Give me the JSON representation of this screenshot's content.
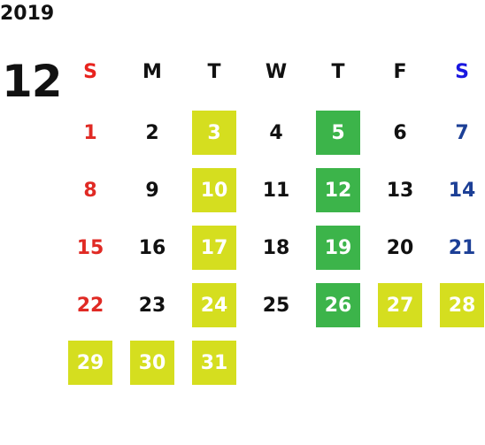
{
  "calendar": {
    "year": "2019",
    "month": "12",
    "weekdays": [
      {
        "label": "S",
        "color": "#e8231e"
      },
      {
        "label": "M",
        "color": "#111111"
      },
      {
        "label": "T",
        "color": "#111111"
      },
      {
        "label": "W",
        "color": "#111111"
      },
      {
        "label": "T",
        "color": "#111111"
      },
      {
        "label": "F",
        "color": "#111111"
      },
      {
        "label": "S",
        "color": "#1a17e0"
      }
    ],
    "colors": {
      "sunday": "#e02a24",
      "saturday": "#1c3f96",
      "weekday": "#111111",
      "highlight_yellow": "#d5de1f",
      "highlight_green": "#3cb44a",
      "highlight_text": "#ffffff"
    },
    "weeks": [
      [
        {
          "day": "1",
          "hl": ""
        },
        {
          "day": "2",
          "hl": ""
        },
        {
          "day": "3",
          "hl": "yellow"
        },
        {
          "day": "4",
          "hl": ""
        },
        {
          "day": "5",
          "hl": "green"
        },
        {
          "day": "6",
          "hl": ""
        },
        {
          "day": "7",
          "hl": ""
        }
      ],
      [
        {
          "day": "8",
          "hl": ""
        },
        {
          "day": "9",
          "hl": ""
        },
        {
          "day": "10",
          "hl": "yellow"
        },
        {
          "day": "11",
          "hl": ""
        },
        {
          "day": "12",
          "hl": "green"
        },
        {
          "day": "13",
          "hl": ""
        },
        {
          "day": "14",
          "hl": ""
        }
      ],
      [
        {
          "day": "15",
          "hl": ""
        },
        {
          "day": "16",
          "hl": ""
        },
        {
          "day": "17",
          "hl": "yellow"
        },
        {
          "day": "18",
          "hl": ""
        },
        {
          "day": "19",
          "hl": "green"
        },
        {
          "day": "20",
          "hl": ""
        },
        {
          "day": "21",
          "hl": ""
        }
      ],
      [
        {
          "day": "22",
          "hl": ""
        },
        {
          "day": "23",
          "hl": ""
        },
        {
          "day": "24",
          "hl": "yellow"
        },
        {
          "day": "25",
          "hl": ""
        },
        {
          "day": "26",
          "hl": "green"
        },
        {
          "day": "27",
          "hl": "yellow"
        },
        {
          "day": "28",
          "hl": "yellow"
        }
      ],
      [
        {
          "day": "29",
          "hl": "yellow"
        },
        {
          "day": "30",
          "hl": "yellow"
        },
        {
          "day": "31",
          "hl": "yellow"
        },
        {
          "day": "",
          "hl": ""
        },
        {
          "day": "",
          "hl": ""
        },
        {
          "day": "",
          "hl": ""
        },
        {
          "day": "",
          "hl": ""
        }
      ]
    ]
  }
}
